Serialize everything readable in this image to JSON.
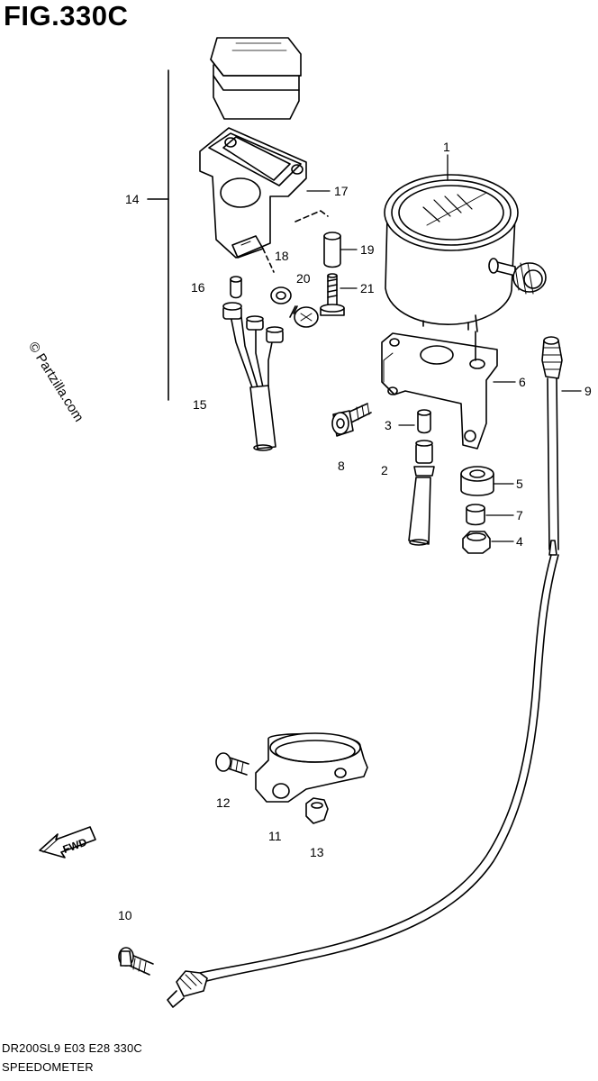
{
  "figure": {
    "title": "FIG.330C",
    "model_code": "DR200SL9  E03  E28  330C",
    "section_name": "SPEEDOMETER",
    "watermark": "© Partzilla.com",
    "direction_label": "FWD"
  },
  "callouts": [
    "1",
    "2",
    "3",
    "4",
    "5",
    "6",
    "7",
    "8",
    "9",
    "10",
    "11",
    "12",
    "13",
    "14",
    "15",
    "16",
    "17",
    "18",
    "19",
    "20",
    "21"
  ]
}
